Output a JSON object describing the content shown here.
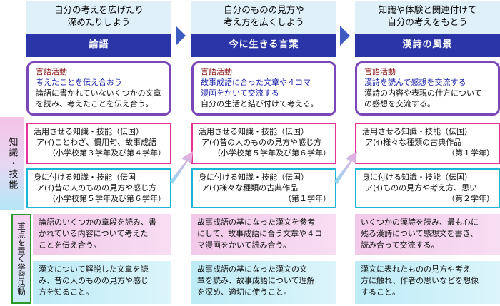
{
  "goals": [
    [
      "自分の考えを広げたり",
      "深めたりしよう"
    ],
    [
      "自分のものの見方や",
      "考え方を広くしよう"
    ],
    [
      "知識や体験と関連付けて",
      "自分の考えをもとう"
    ]
  ],
  "units": [
    "論語",
    "今に生きる言葉",
    "漢詩の風景"
  ],
  "activities": [
    {
      "label": "言語活動",
      "main": "考えたことを伝え合おう",
      "sub": [
        "論語に書かれていないくつかの文章",
        "を読み、考えたことを伝え合う。"
      ]
    },
    {
      "label": "言語活動",
      "main": [
        "故事成語に合った文章や４コマ",
        "漫画をかいて交流する"
      ],
      "sub": [
        "自分の生活と結び付けて考える。"
      ]
    },
    {
      "label": "言語活動",
      "main": [
        "漢詩を読んで感想を交流する"
      ],
      "sub": [
        "漢詩の内容や表現の仕方について",
        "の感想を交流する。"
      ]
    }
  ],
  "sidebar": {
    "skills": "知識・技能",
    "activities": "重点を置く学習活動"
  },
  "skills_use": [
    {
      "title": "活用させる知識・技能（伝国）",
      "lines": [
        "ア(ｲ)ことわざ、慣用句、故事成語",
        "（小学校第３学年及び第４学年）"
      ]
    },
    {
      "title": "活用させる知識・技能（伝国）",
      "lines": [
        "ア(ｲ)昔の人のものの見方や感じ方",
        "（小学校第５学年及び第６学年）"
      ]
    },
    {
      "title": "活用させる知識・技能（伝国）",
      "lines": [
        "ア(ｲ)様々な種類の古典作品",
        "（第１学年）"
      ]
    }
  ],
  "skills_get": [
    {
      "title": "身に付ける知識・技能（伝国",
      "lines": [
        "ア(ｲ)昔の人のものの見方や感じ方",
        "（小学校第５学年及び第６学年）"
      ]
    },
    {
      "title": "身に付ける知識・技能（伝国）",
      "lines": [
        "ア(ｲ)様々な種類の古典作品",
        "（第１学年）"
      ]
    },
    {
      "title": "身に付ける知識・技能（伝国）",
      "lines": [
        "ア(ｲ)ものの見方や考え方、思い",
        "（第２学年）"
      ]
    }
  ],
  "focus_pink": [
    [
      "論語のいくつかの章段を読み、書",
      "かれている内容について考えた",
      "ことを伝え合う。"
    ],
    [
      "故事成語の基になった漢文を参考",
      "にして、故事成語に合う文章や４コ",
      "マ漫画をかいて読み合う。"
    ],
    [
      "いくつかの漢詩を読み、最も心に",
      "残る漢詩について感想文を書き、",
      "読み合って交流する。"
    ]
  ],
  "focus_cyan": [
    [
      "漢文について解説した文章を読",
      "み、昔の人のものの見方や感じ",
      "方を知ること。"
    ],
    [
      "故事成語の基になった漢文の文",
      "章を読み、故事成語について理解",
      "を深め、適切に使うこと。"
    ],
    [
      "漢文に表れたものの見方や考え",
      "方に触れ、作者の思いなどを想像",
      "すること。"
    ]
  ]
}
